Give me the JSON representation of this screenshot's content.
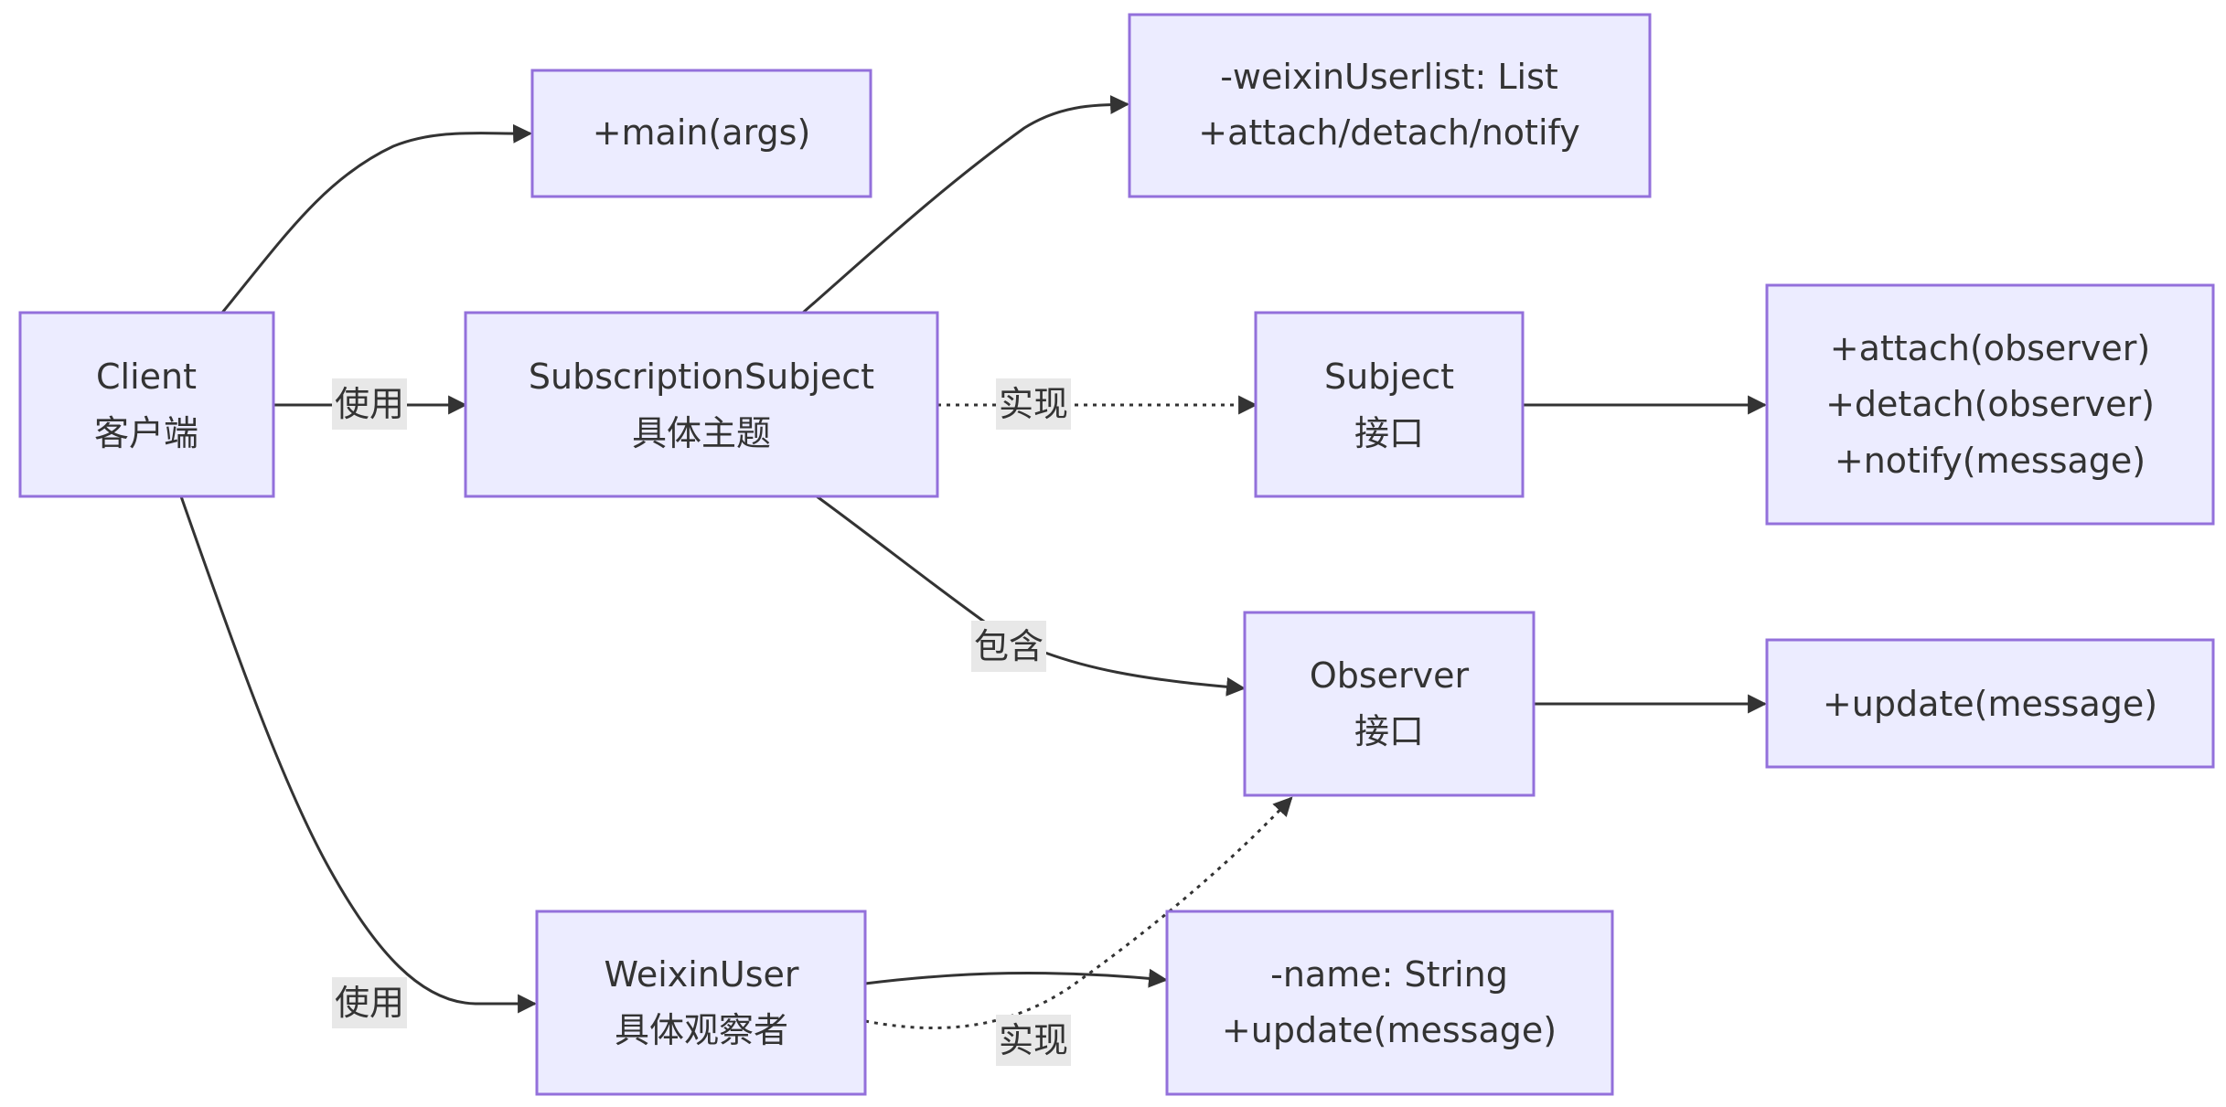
{
  "nodes": {
    "client": {
      "line1": "Client",
      "line2": "客户端"
    },
    "client_methods": {
      "line1": "+main(args)"
    },
    "subscription_subject": {
      "line1": "SubscriptionSubject",
      "line2": "具体主题"
    },
    "subscription_subject_members": {
      "line1": "-weixinUserlist: List",
      "line2": "+attach/detach/notify"
    },
    "subject": {
      "line1": "Subject",
      "line2": "接口"
    },
    "subject_methods": {
      "line1": "+attach(observer)",
      "line2": "+detach(observer)",
      "line3": "+notify(message)"
    },
    "observer": {
      "line1": "Observer",
      "line2": "接口"
    },
    "observer_methods": {
      "line1": "+update(message)"
    },
    "weixin_user": {
      "line1": "WeixinUser",
      "line2": "具体观察者"
    },
    "weixin_user_members": {
      "line1": "-name: String",
      "line2": "+update(message)"
    }
  },
  "edge_labels": {
    "client_uses_subject": "使用",
    "subject_implements": "实现",
    "subject_contains_observer": "包含",
    "client_uses_user": "使用",
    "user_implements": "实现"
  },
  "colors": {
    "node_fill": "#ECECFF",
    "node_stroke": "#9370DB",
    "edge": "#333333",
    "label_bg": "#e8e8e8"
  }
}
